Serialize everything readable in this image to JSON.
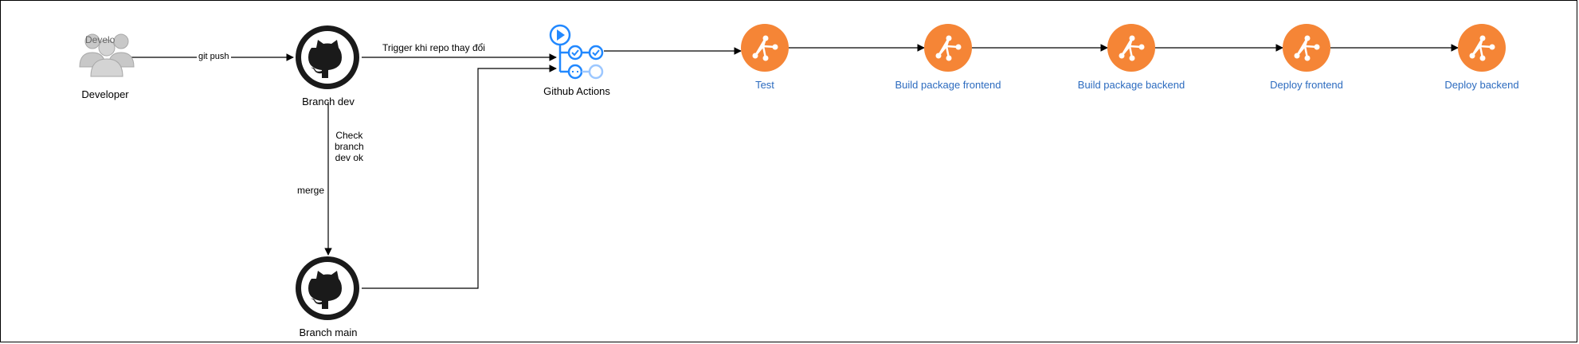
{
  "diagram": {
    "nodes": {
      "developer": {
        "label": "Developer",
        "icon": "users-icon"
      },
      "branch_dev": {
        "label": "Branch dev",
        "icon": "github-icon"
      },
      "branch_main": {
        "label": "Branch main",
        "icon": "github-icon"
      },
      "github_actions": {
        "label": "Github Actions",
        "icon": "github-actions-icon"
      },
      "steps": [
        {
          "label": "Test",
          "icon": "pipeline-icon"
        },
        {
          "label": "Build package frontend",
          "icon": "pipeline-icon"
        },
        {
          "label": "Build package backend",
          "icon": "pipeline-icon"
        },
        {
          "label": "Deploy frontend",
          "icon": "pipeline-icon"
        },
        {
          "label": "Deploy backend",
          "icon": "pipeline-icon"
        }
      ]
    },
    "edges": {
      "git_push": "git push",
      "trigger": "Trigger khi repo thay đổi",
      "check": "Check\nbranch\ndev ok",
      "merge": "merge"
    },
    "colors": {
      "pipeline": "#F58536",
      "github": "#1a1a1a",
      "actions": "#2188ff",
      "step_label": "#2c6bbf"
    }
  }
}
